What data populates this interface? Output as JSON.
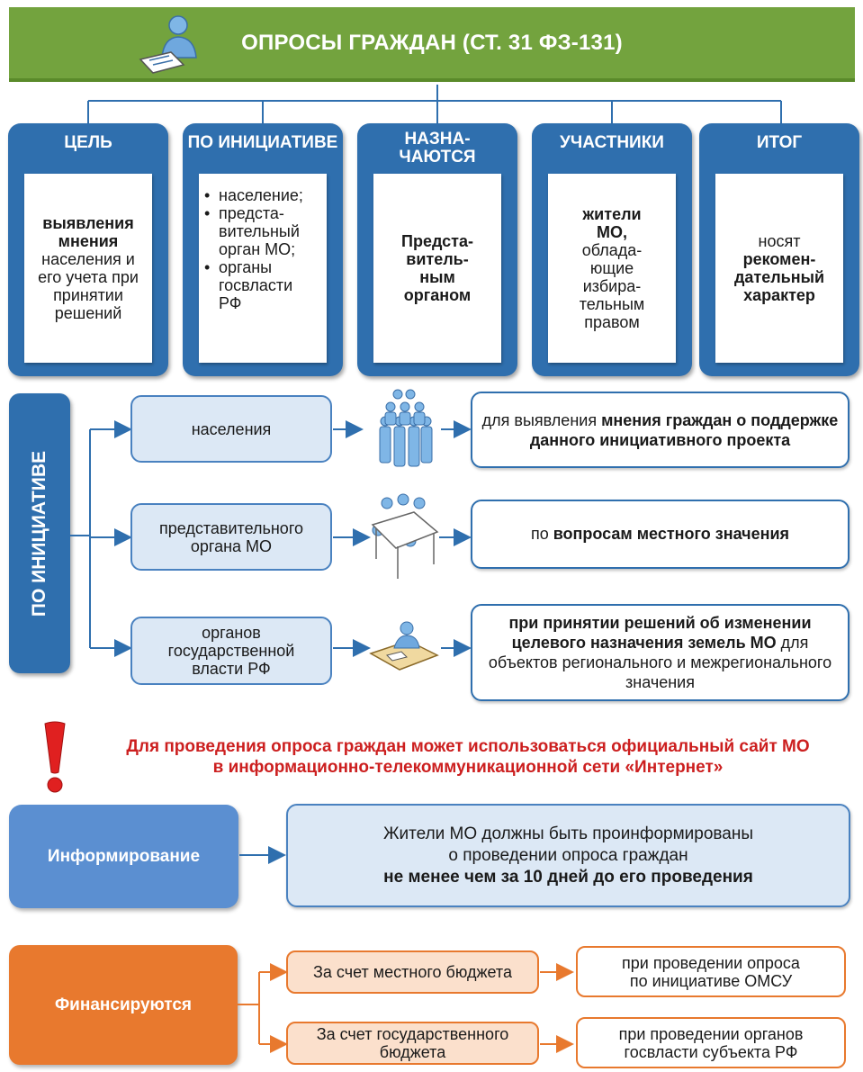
{
  "header": {
    "title": "ОПРОСЫ ГРАЖДАН (СТ. 31 ФЗ-131)"
  },
  "columns": [
    {
      "title": "ЦЕЛЬ",
      "lines_bold": [
        "выявления",
        "мнения"
      ],
      "lines": [
        "населения и",
        "его учета при",
        "принятии",
        "решений"
      ]
    },
    {
      "title": "ПО ИНИЦИАТИВЕ",
      "bullets": [
        [
          "население;"
        ],
        [
          "предста-",
          "вительный",
          "орган МО;"
        ],
        [
          "органы",
          "госвласти",
          "РФ"
        ]
      ]
    },
    {
      "title_lines": [
        "НАЗНА-",
        "ЧАЮТСЯ"
      ],
      "lines_bold": [
        "Предста-",
        "витель-",
        "ным",
        "органом"
      ]
    },
    {
      "title": "УЧАСТНИКИ",
      "lines_bold": [
        "жители",
        "МО,"
      ],
      "lines": [
        "облада-",
        "ющие",
        "избира-",
        "тельным",
        "правом"
      ]
    },
    {
      "title": "ИТОГ",
      "line_top": "носят",
      "lines_bold": [
        "рекомен-",
        "дательный",
        "характер"
      ]
    }
  ],
  "initiative": {
    "vertical_label": "ПО ИНИЦИАТИВЕ",
    "rows": [
      {
        "source": [
          "населения"
        ],
        "target_plain": "для выявления ",
        "target_bold": "мнения граждан о поддержке данного инициативного проекта",
        "icon": "crowd-icon"
      },
      {
        "source": [
          "представительного",
          "органа МО"
        ],
        "target_plain": "по ",
        "target_bold": "вопросам местного значения",
        "icon": "meeting-icon"
      },
      {
        "source": [
          "органов",
          "государственной",
          "власти РФ"
        ],
        "target_bold": "при принятии решений об изменении целевого назначения земель МО",
        "target_plain_after": " для объектов регионального и межрегионального значения",
        "icon": "official-desk-icon"
      }
    ]
  },
  "warning": {
    "icon": "exclamation-icon",
    "line1": "Для проведения опроса граждан может использоваться официальный сайт МО",
    "line2": "в информационно-телекоммуникационной сети «Интернет»"
  },
  "informing": {
    "label": "Информирование",
    "line1": "Жители МО должны быть проинформированы",
    "line2": "о проведении опроса граждан",
    "line3_bold": "не менее чем за 10 дней до его проведения"
  },
  "financing": {
    "label": "Финансируются",
    "rows": [
      {
        "source": "За счет местного бюджета",
        "target": [
          "при проведении опроса",
          "по инициативе ОМСУ"
        ]
      },
      {
        "source": "За счет государственного бюджета",
        "target": [
          "при проведении органов",
          "госвласти субъекта РФ"
        ]
      }
    ]
  },
  "colors": {
    "green": "#73a33e",
    "blue": "#2f6fae",
    "light_blue": "#dce8f5",
    "orange": "#e8792e",
    "light_orange": "#fbe0cc",
    "red": "#cc1f1f"
  }
}
